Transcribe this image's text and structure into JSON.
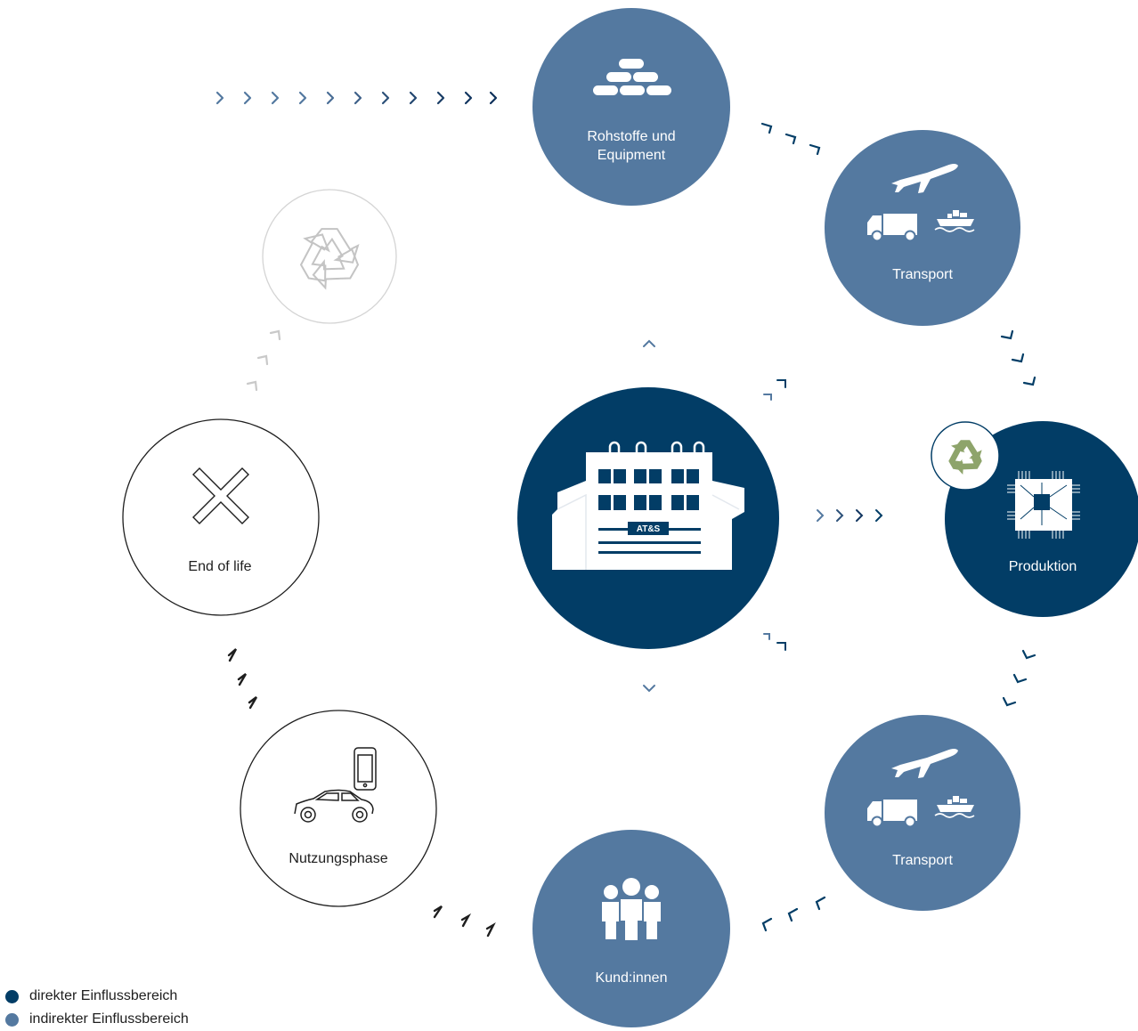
{
  "colors": {
    "dark": "#023d66",
    "medium": "#5479a0",
    "light_gray": "#d0d0d0",
    "outline": "#1e1e1e",
    "recycle_green": "#8ea46b"
  },
  "nodes": {
    "rohstoffe": {
      "label_line1": "Rohstoffe und",
      "label_line2": "Equipment",
      "icon": "raw-materials-icon"
    },
    "transport_top": {
      "label": "Transport",
      "icon": "transport-icon"
    },
    "produktion": {
      "label": "Produktion",
      "icon": "chip-icon",
      "badge_icon": "recycle-icon"
    },
    "transport_bottom": {
      "label": "Transport",
      "icon": "transport-icon"
    },
    "kunden": {
      "label": "Kund:innen",
      "icon": "people-icon"
    },
    "nutzungsphase": {
      "label": "Nutzungsphase",
      "icon": "car-phone-icon"
    },
    "end_of_life": {
      "label": "End of life",
      "icon": "cross-icon"
    },
    "recycling": {
      "icon": "recycle-icon"
    },
    "center": {
      "building_sign": "AT&S",
      "icon": "factory-building-icon"
    }
  },
  "legend": [
    {
      "label": "direkter Einflussbereich",
      "color": "#023d66"
    },
    {
      "label": "indirekter Einflussbereich",
      "color": "#5479a0"
    }
  ]
}
